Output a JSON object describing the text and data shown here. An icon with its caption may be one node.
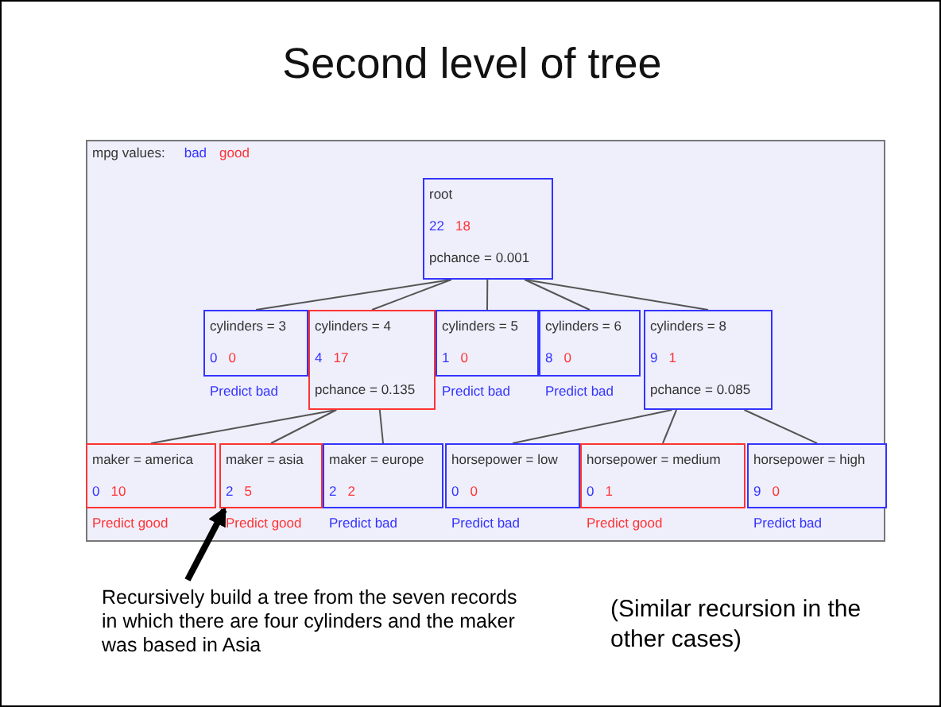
{
  "diagram": {
    "title": "Second level of tree",
    "nodes": [
      {
        "text": [
          "root",
          "22",
          "18",
          "pchance = 0.001"
        ]
      },
      {
        "text": [
          "cylinders = 3",
          "0",
          "0"
        ],
        "beside": [
          "Predict bad"
        ]
      },
      {
        "text": [
          "cylinders = 4",
          "4",
          "17",
          "pchance = 0.135"
        ]
      },
      {
        "text": [
          "cylinders = 5",
          "1",
          "0"
        ],
        "beside": [
          "Predict bad"
        ]
      },
      {
        "text": [
          "cylinders = 6",
          "8",
          "0"
        ],
        "beside": [
          "Predict bad"
        ]
      },
      {
        "text": [
          "cylinders = 8",
          "9",
          "1",
          "pchance = 0.085"
        ]
      },
      {
        "text": [
          "maker = america",
          "0",
          "10"
        ],
        "beside": [
          "Predict good"
        ]
      },
      {
        "text": [
          "maker = asia",
          "2",
          "5"
        ],
        "beside": [
          "Predict good"
        ]
      },
      {
        "text": [
          "maker = europe",
          "2",
          "2"
        ],
        "beside": [
          "Predict bad"
        ]
      },
      {
        "text": [
          "horsepower = low",
          "0",
          "0"
        ],
        "beside": [
          "Predict bad"
        ]
      },
      {
        "text": [
          "horsepower = medium",
          "0",
          "1"
        ],
        "beside": [
          "Predict good"
        ]
      },
      {
        "text": [
          "horsepower = high",
          "9",
          "0"
        ],
        "beside": [
          "Predict bad"
        ]
      },
      {
        "text": [
          "Recursively build a tree from the seven records in which there are four cylinders and the maker was based in Asia"
        ]
      }
    ],
    "edges": [
      {
        "from": 0,
        "to": 1,
        "arrow": "none"
      },
      {
        "from": 0,
        "to": 2,
        "arrow": "none"
      },
      {
        "from": 0,
        "to": 3,
        "arrow": "none"
      },
      {
        "from": 0,
        "to": 4,
        "arrow": "none"
      },
      {
        "from": 0,
        "to": 5,
        "arrow": "none"
      },
      {
        "from": 2,
        "to": 6,
        "arrow": "none"
      },
      {
        "from": 2,
        "to": 7,
        "arrow": "none"
      },
      {
        "from": 2,
        "to": 8,
        "arrow": "none"
      },
      {
        "from": 5,
        "to": 9,
        "arrow": "none"
      },
      {
        "from": 5,
        "to": 10,
        "arrow": "none"
      },
      {
        "from": 5,
        "to": 11,
        "arrow": "none"
      },
      {
        "from": 12,
        "to": 7,
        "arrow": "to",
        "style": "thick",
        "color": "#000000"
      }
    ],
    "labels": [
      "mpg values:",
      "(Similar recursion in the other cases)"
    ],
    "legend": [
      {
        "text": "bad",
        "color": "#3333ff"
      },
      {
        "text": "good",
        "color": "#ff3333"
      }
    ]
  }
}
